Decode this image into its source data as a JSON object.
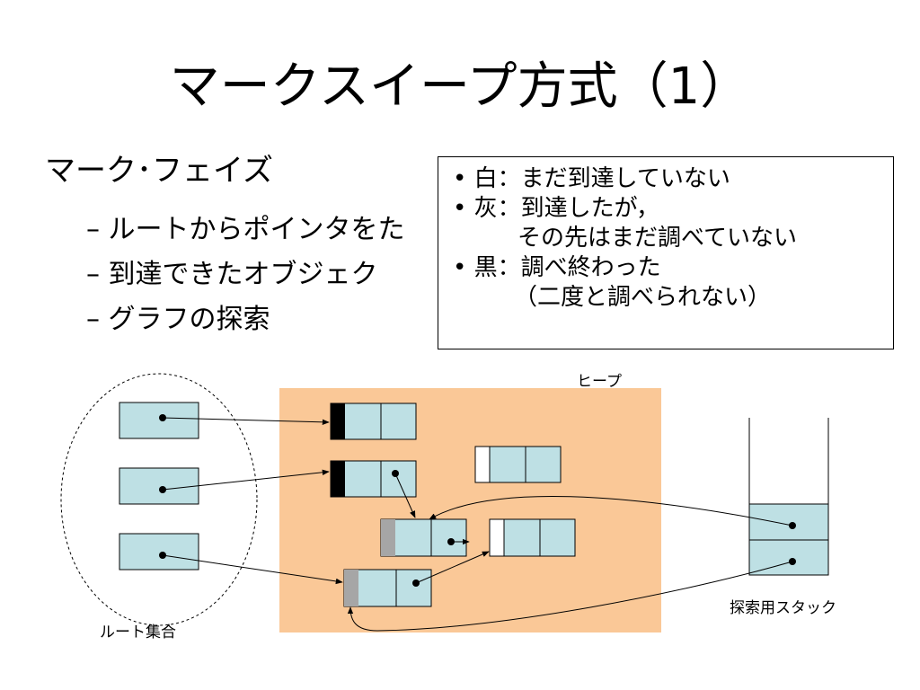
{
  "title": "マークスイープ方式（1）",
  "bullets": {
    "main": "マーク･フェイズ",
    "subs": [
      "– ルートからポインタをた",
      "– 到達できたオブジェク",
      "– グラフの探索"
    ]
  },
  "legend": {
    "white_line": "• 白：まだ到達していない",
    "gray_line1": "• 灰：到達したが，",
    "gray_line2": "その先はまだ調べていない",
    "black_line1": "• 黒：調べ終わった",
    "black_line2": "（二度と調べられない）"
  },
  "labels": {
    "heap": "ヒープ",
    "root_set": "ルート集合",
    "search_stack": "探索用スタック"
  },
  "colors": {
    "heap_bg": "#FAC897",
    "cell_fill": "#BEE0E4",
    "black_mark": "#000000",
    "gray_mark": "#A6A6A6",
    "white_mark": "#FFFFFF"
  }
}
